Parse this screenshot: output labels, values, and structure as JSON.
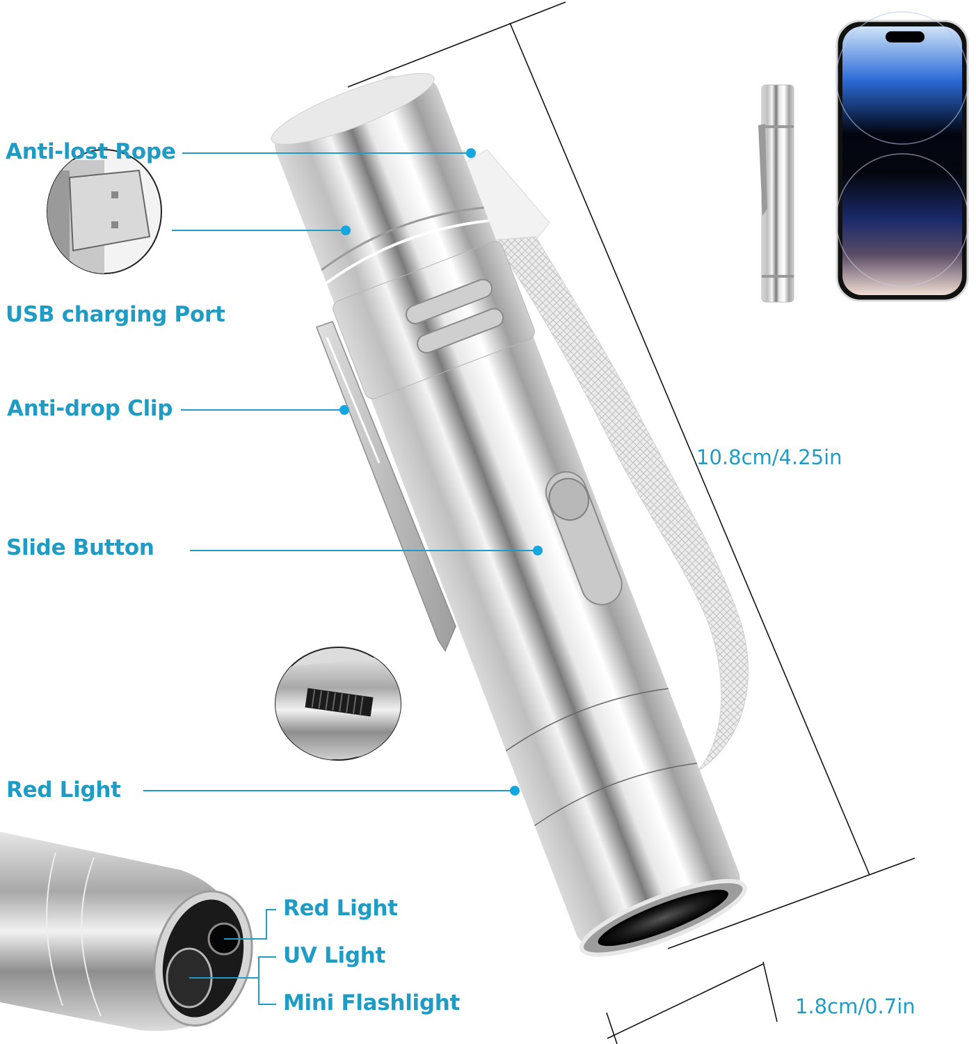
{
  "product": {
    "name": "Mini flashlight with red light, UV light and mini flashlight",
    "accent_color": "#1f9cc4",
    "dot_color": "#14a6de",
    "dimension_line_color": "#111111"
  },
  "callouts": [
    {
      "id": "anti-lost-rope",
      "label": "Anti-lost Rope"
    },
    {
      "id": "usb-charging-port",
      "label": "USB charging Port"
    },
    {
      "id": "anti-drop-clip",
      "label": "Anti-drop Clip"
    },
    {
      "id": "slide-button",
      "label": "Slide Button"
    },
    {
      "id": "red-light",
      "label": "Red Light"
    }
  ],
  "head_detail": {
    "items": [
      {
        "id": "red-light",
        "label": "Red Light"
      },
      {
        "id": "uv-light",
        "label": "UV Light"
      },
      {
        "id": "mini-flashlight",
        "label": "Mini Flashlight"
      }
    ]
  },
  "dimensions": {
    "length": "10.8cm/4.25in",
    "diameter": "1.8cm/0.7in"
  },
  "size_comparison": {
    "objects": [
      "flashlight",
      "smartphone"
    ]
  }
}
